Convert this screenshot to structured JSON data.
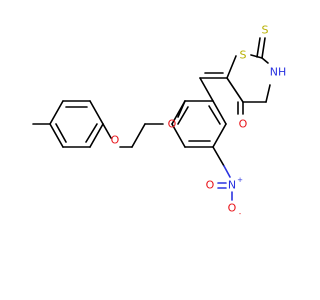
{
  "molecule": {
    "colors": {
      "carbon_bond": "#000000",
      "oxygen": "#e8141a",
      "nitrogen": "#2a33e0",
      "sulfur": "#b8b000",
      "background": "#ffffff"
    },
    "atom_labels": {
      "o_ether1": "O",
      "o_ether2": "O",
      "s_ring": "S",
      "nh": "NH",
      "s_thione": "S",
      "o_carbonyl": "O",
      "n_nitro": "N",
      "n_charge": "+",
      "o_nitro_eq": "O",
      "o_nitro_neg": "O",
      "o_charge": "-"
    }
  }
}
